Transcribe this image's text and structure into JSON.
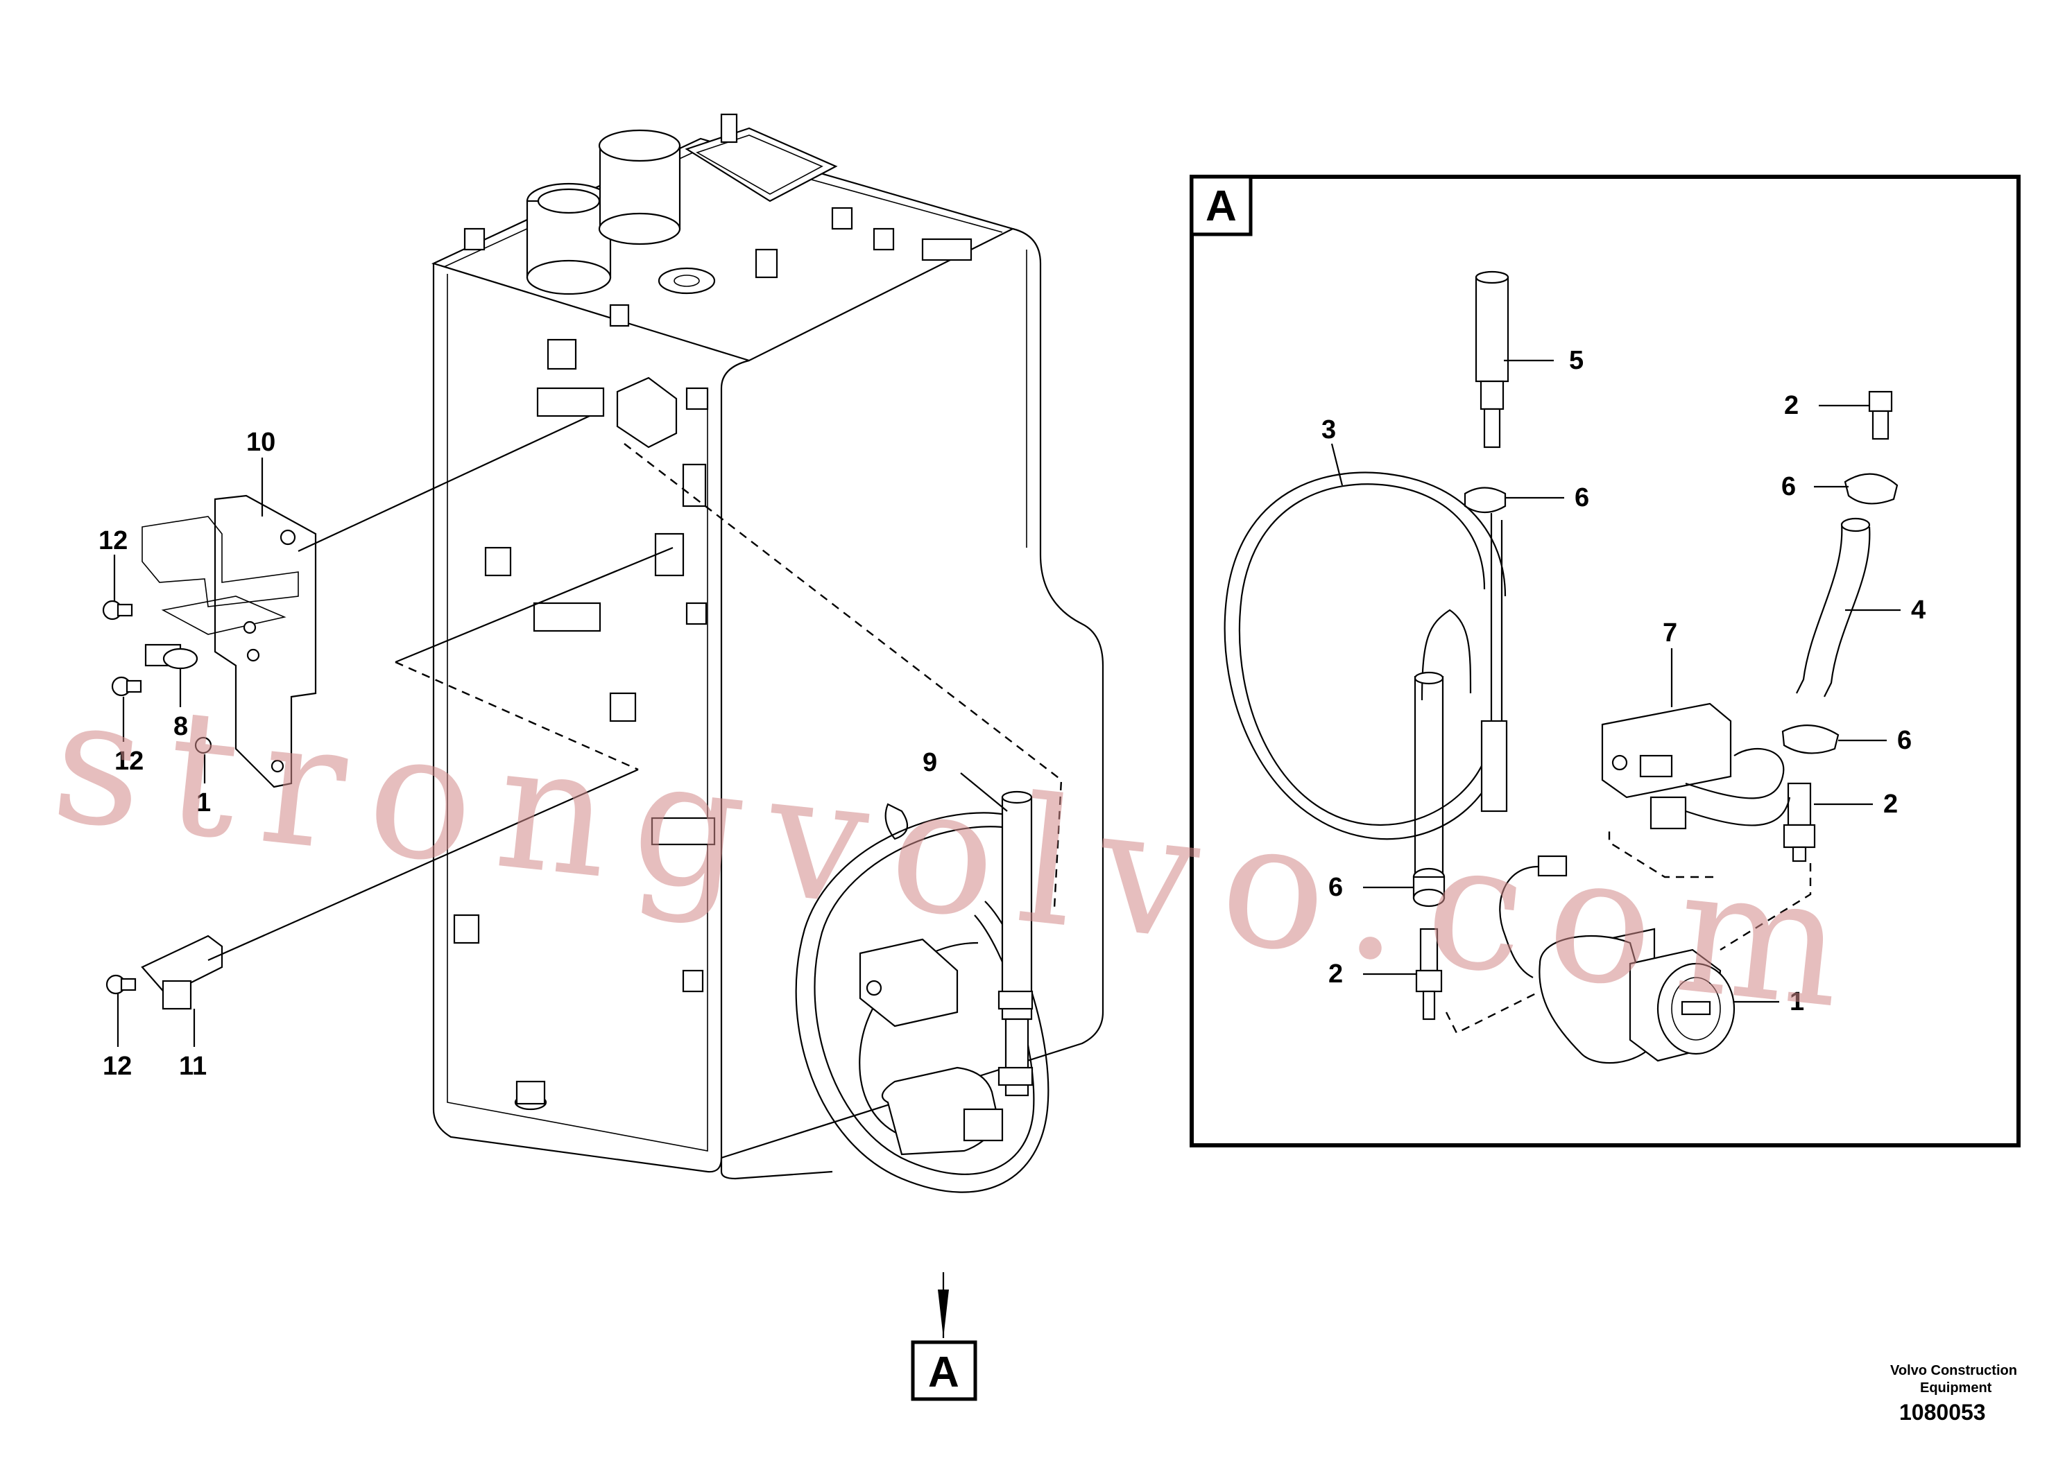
{
  "callouts": {
    "c10": "10",
    "c12a": "12",
    "c8": "8",
    "c12b": "12",
    "c1a": "1",
    "c12c": "12",
    "c11": "11",
    "c9": "9",
    "d5": "5",
    "d3": "3",
    "d6a": "6",
    "d2a": "2",
    "d6b": "6",
    "d4": "4",
    "d7": "7",
    "d6c": "6",
    "d2b": "2",
    "d6d": "6",
    "d2c": "2",
    "d1": "1"
  },
  "detail_frame": {
    "label": "A"
  },
  "view_marker": {
    "label": "A"
  },
  "watermark": "strongvolvo.com",
  "footer": {
    "company_line1": "Volvo Construction",
    "company_line2": "Equipment",
    "drawing_number": "1080053"
  }
}
